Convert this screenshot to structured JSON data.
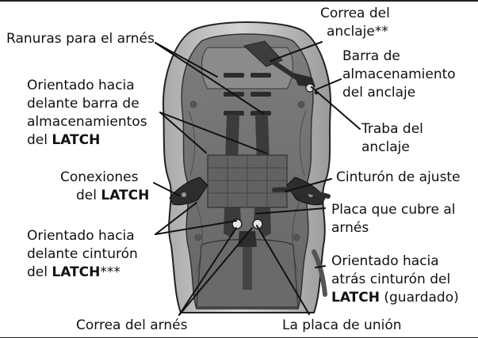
{
  "colors": {
    "seat_shell": "#c9c9c9",
    "seat_body": "#7c7c7c",
    "seat_dark": "#4f4f4f",
    "strap": "#3e3e3e",
    "clip": "#2f2f2f",
    "outline": "#111111"
  },
  "labels": {
    "harness_slots": "Ranuras para el arnés",
    "tether_strap_line1": "Correa del",
    "tether_strap_line2": "anclaje**",
    "tether_storage_bar_line1": "Barra de",
    "tether_storage_bar_line2": "almacenamiento",
    "tether_storage_bar_line3": "del anclaje",
    "tether_lock_line1": "Traba del",
    "tether_lock_line2": "anclaje",
    "forward_storage_line1": "Orientado hacia",
    "forward_storage_line2": "delante barra de",
    "forward_storage_line3": "almacenamientos",
    "forward_storage_line4_prefix": "del ",
    "forward_storage_line4_bold": "LATCH",
    "latch_connectors_line1": "Conexiones",
    "latch_connectors_line2_prefix": "del ",
    "latch_connectors_line2_bold": "LATCH",
    "adjust_belt": "Cinturón de ajuste",
    "harness_cover_line1": "Placa que cubre al",
    "harness_cover_line2": "arnés",
    "forward_belt_line1": "Orientado hacia",
    "forward_belt_line2": "delante cinturón",
    "forward_belt_line3_prefix": "del ",
    "forward_belt_line3_bold": "LATCH",
    "forward_belt_line3_suffix": "***",
    "rear_belt_line1": "Orientado hacia",
    "rear_belt_line2": "atrás cinturón del",
    "rear_belt_line3_bold": "LATCH",
    "rear_belt_line3_suffix": " (guardado)",
    "harness_strap": "Correa del arnés",
    "buckle_plate": "La placa de unión"
  }
}
